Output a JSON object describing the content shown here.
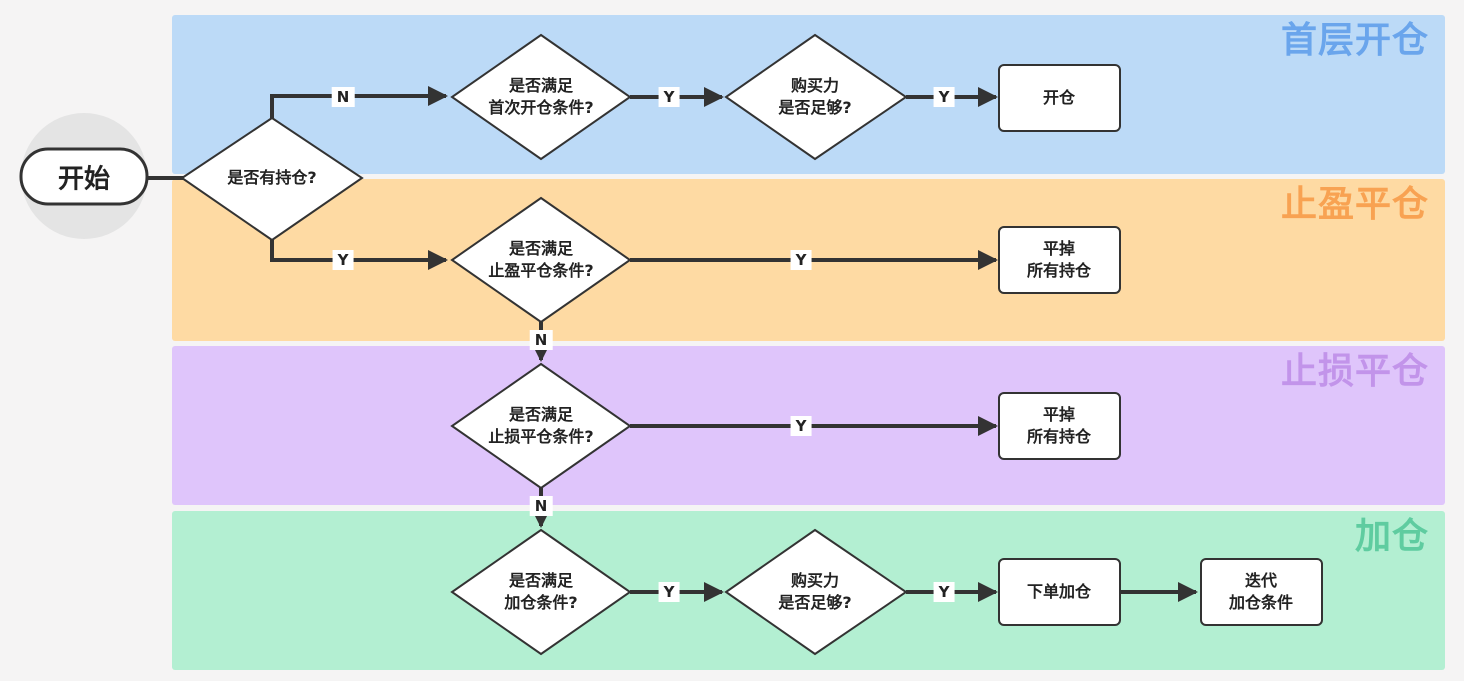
{
  "start": {
    "label": "开始"
  },
  "lanes": [
    {
      "title": "首层开仓",
      "color": "#6aa5ec"
    },
    {
      "title": "止盈平仓",
      "color": "#f8a252"
    },
    {
      "title": "止损平仓",
      "color": "#c294ea"
    },
    {
      "title": "加仓",
      "color": "#5fcca0"
    }
  ],
  "nodes": {
    "has_position": "是否有持仓?",
    "first_open_cond": "是否满足\n首次开仓条件?",
    "buying_power_1": "购买力\n是否足够?",
    "open": "开仓",
    "take_profit_cond": "是否满足\n止盈平仓条件?",
    "close_all_1": "平掉\n所有持仓",
    "stop_loss_cond": "是否满足\n止损平仓条件?",
    "close_all_2": "平掉\n所有持仓",
    "add_cond": "是否满足\n加仓条件?",
    "buying_power_2": "购买力\n是否足够?",
    "place_order": "下单加仓",
    "iterate": "迭代\n加仓条件"
  },
  "edges": {
    "no_position": "N",
    "has_position_yes": "Y",
    "first_cond_yes": "Y",
    "bp1_yes": "Y",
    "tp_yes": "Y",
    "tp_no": "N",
    "sl_yes": "Y",
    "sl_no": "N",
    "add_yes": "Y",
    "bp2_yes": "Y"
  }
}
